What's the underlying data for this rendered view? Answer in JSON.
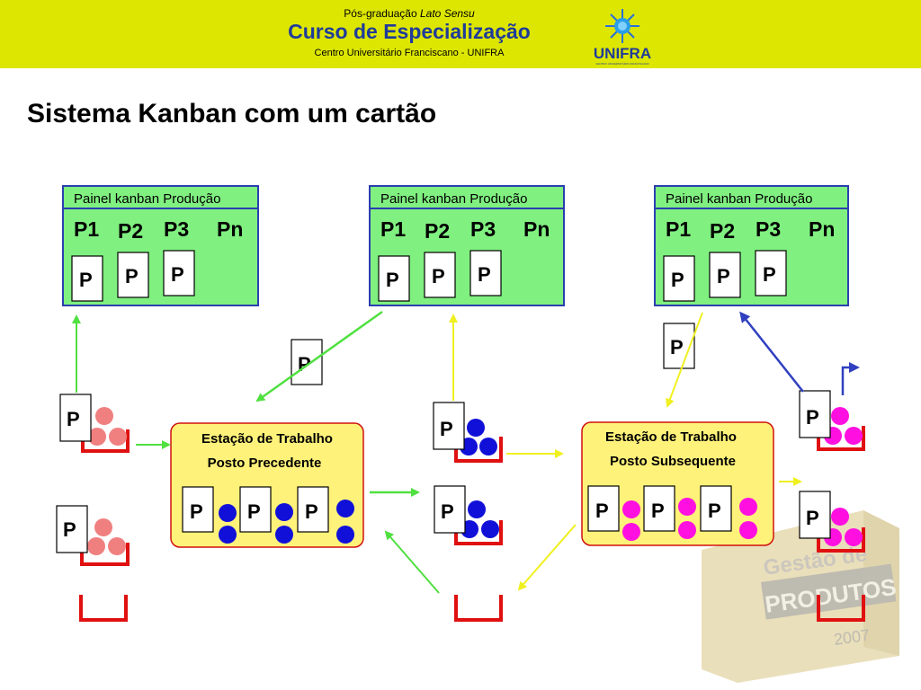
{
  "header": {
    "line1_prefix": "Pós-graduação ",
    "line1_italic": "Lato Sensu",
    "line2": "Curso de Especialização",
    "line3": "Centro Universitário Franciscano -  UNIFRA",
    "logo_text": "UNIFRA",
    "logo_subtext": "CENTRO UNIVERSITÁRIO FRANCISCANO",
    "logo_icon": "sun-icon"
  },
  "slide": {
    "title": "Sistema Kanban com um cartão"
  },
  "panels": {
    "title": "Painel kanban Produção",
    "codes": [
      "P1",
      "P2",
      "P3",
      "Pn"
    ],
    "card_label": "P"
  },
  "stations": {
    "precedent": {
      "line1": "Estação de Trabalho",
      "line2": "Posto Precedente"
    },
    "subsequent": {
      "line1": "Estação de Trabalho",
      "line2": "Posto Subsequente"
    }
  },
  "watermark": {
    "line1": "Gestão de",
    "line2": "PRODUTOS",
    "year": "2007"
  },
  "colors": {
    "header_bg": "#dde600",
    "brand_blue": "#1f3b9a",
    "panel_fill": "#80f080",
    "panel_border": "#2a3fb0",
    "station_fill": "#fff27a",
    "station_border": "#d01010",
    "container_red": "#e01010",
    "part_salmon": "#f08080",
    "part_blue": "#1010d8",
    "part_magenta": "#ff10e0",
    "arrow_green": "#50e040",
    "arrow_yellow": "#f0f020",
    "arrow_navy": "#3040c0"
  }
}
